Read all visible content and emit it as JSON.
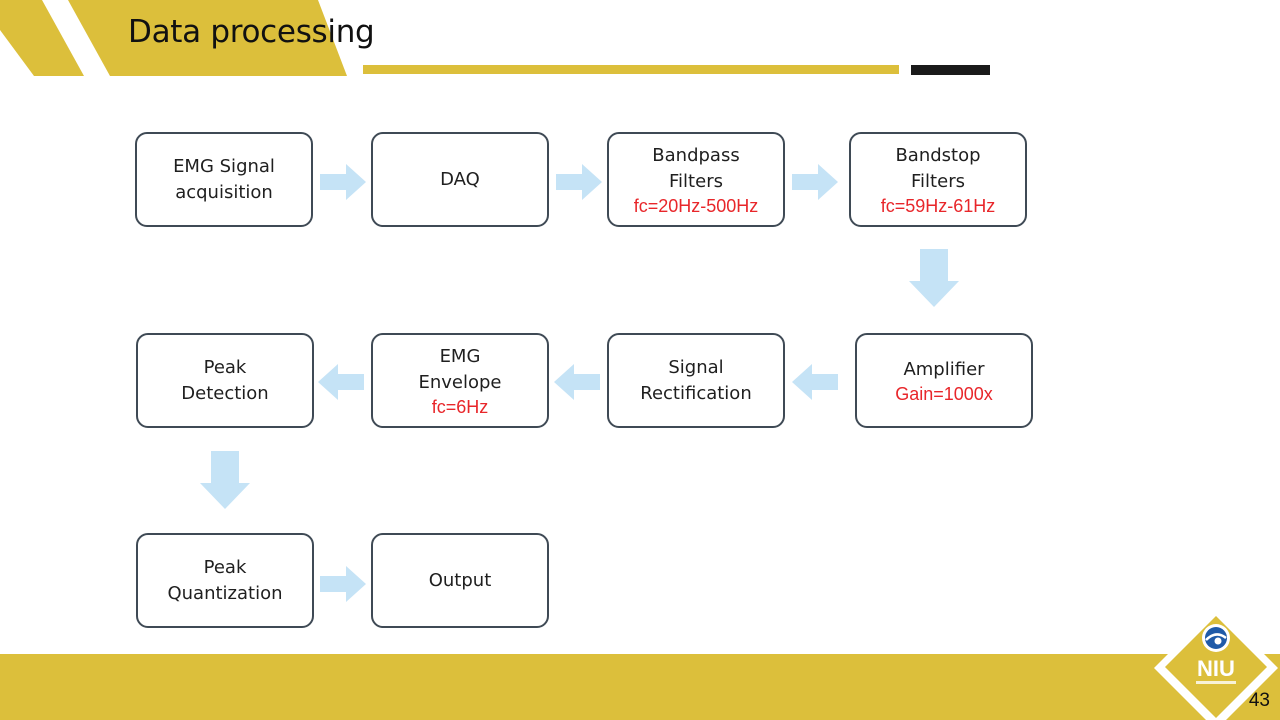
{
  "slide": {
    "title": "Data processing",
    "page_number": "43"
  },
  "logo": {
    "text": "NIU",
    "icon": "niu-emblem-icon"
  },
  "flowchart": {
    "nodes": [
      {
        "id": "emg",
        "label": "EMG Signal\nacquisition",
        "param": ""
      },
      {
        "id": "daq",
        "label": "DAQ",
        "param": ""
      },
      {
        "id": "bandpass",
        "label": "Bandpass\nFilters",
        "param": "fc=20Hz-500Hz"
      },
      {
        "id": "bandstop",
        "label": "Bandstop\nFilters",
        "param": "fc=59Hz-61Hz"
      },
      {
        "id": "amplifier",
        "label": "Amplifier",
        "param": "Gain=1000x"
      },
      {
        "id": "rectification",
        "label": "Signal\nRectification",
        "param": ""
      },
      {
        "id": "envelope",
        "label": "EMG\nEnvelope",
        "param": "fc=6Hz"
      },
      {
        "id": "peak_detection",
        "label": "Peak\nDetection",
        "param": ""
      },
      {
        "id": "peak_quant",
        "label": "Peak\nQuantization",
        "param": ""
      },
      {
        "id": "output",
        "label": "Output",
        "param": ""
      }
    ],
    "edges": [
      {
        "from": "emg",
        "to": "daq"
      },
      {
        "from": "daq",
        "to": "bandpass"
      },
      {
        "from": "bandpass",
        "to": "bandstop"
      },
      {
        "from": "bandstop",
        "to": "amplifier"
      },
      {
        "from": "amplifier",
        "to": "rectification"
      },
      {
        "from": "rectification",
        "to": "envelope"
      },
      {
        "from": "envelope",
        "to": "peak_detection"
      },
      {
        "from": "peak_detection",
        "to": "peak_quant"
      },
      {
        "from": "peak_quant",
        "to": "output"
      }
    ],
    "colors": {
      "arrow": "#c5e3f6",
      "param_text": "#e8262a",
      "box_border": "#3f4a55"
    }
  },
  "theme": {
    "accent_gold": "#dcbf3b",
    "dark_bar": "#1a1a1a"
  }
}
